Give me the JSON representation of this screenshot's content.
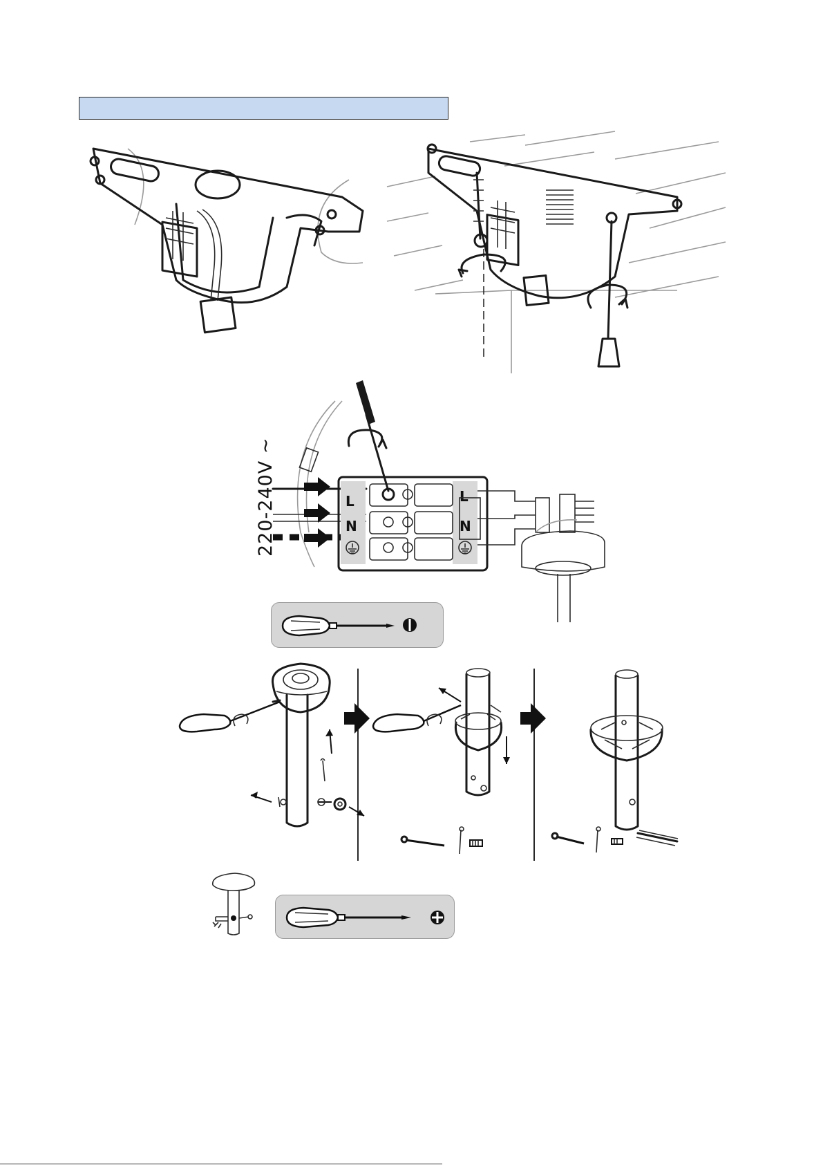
{
  "voltage": "220-240V ~",
  "terminals": {
    "left": [
      "L",
      "N"
    ],
    "right": [
      "L",
      "N"
    ]
  },
  "icons": {
    "earth": "earth-ground-icon",
    "flathead": "flathead-screw-icon",
    "phillips": "phillips-screw-icon",
    "step_arrow": "right-arrow-icon"
  },
  "colors": {
    "title_bar_fill": "#c6d9f1",
    "tool_box_fill": "#d6d6d6"
  }
}
